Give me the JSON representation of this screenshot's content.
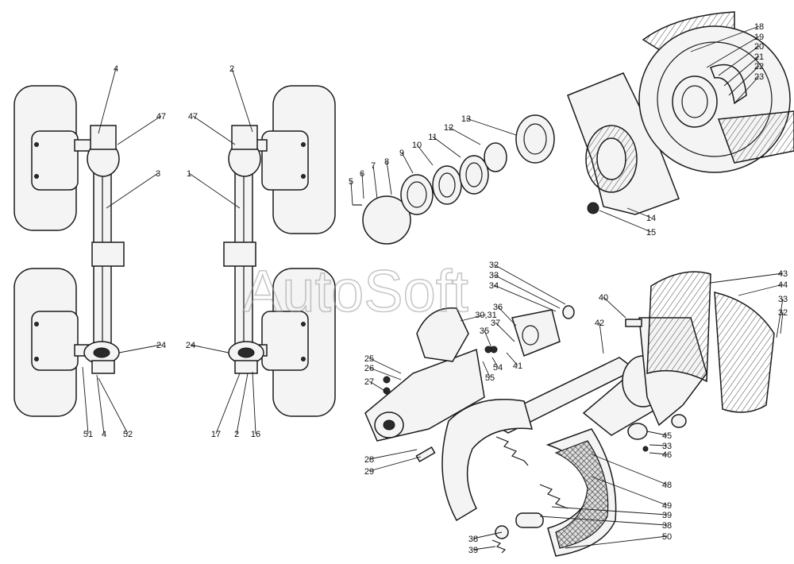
{
  "watermark": "AutoSoft",
  "labels": [
    {
      "id": "l4a",
      "text": "4"
    },
    {
      "id": "l47a",
      "text": "47"
    },
    {
      "id": "l3",
      "text": "3"
    },
    {
      "id": "l2a",
      "text": "2"
    },
    {
      "id": "l47b",
      "text": "47"
    },
    {
      "id": "l1",
      "text": "1"
    },
    {
      "id": "l24a",
      "text": "24"
    },
    {
      "id": "l24b",
      "text": "24"
    },
    {
      "id": "l51",
      "text": "51"
    },
    {
      "id": "l4b",
      "text": "4"
    },
    {
      "id": "l52",
      "text": "52"
    },
    {
      "id": "l17",
      "text": "17"
    },
    {
      "id": "l2b",
      "text": "2"
    },
    {
      "id": "l16",
      "text": "16"
    },
    {
      "id": "l5",
      "text": "5"
    },
    {
      "id": "l6",
      "text": "6"
    },
    {
      "id": "l7",
      "text": "7"
    },
    {
      "id": "l8",
      "text": "8"
    },
    {
      "id": "l9",
      "text": "9"
    },
    {
      "id": "l10",
      "text": "10"
    },
    {
      "id": "l11",
      "text": "11"
    },
    {
      "id": "l12",
      "text": "12"
    },
    {
      "id": "l13",
      "text": "13"
    },
    {
      "id": "l14",
      "text": "14"
    },
    {
      "id": "l15",
      "text": "15"
    },
    {
      "id": "l18",
      "text": "18"
    },
    {
      "id": "l19",
      "text": "19"
    },
    {
      "id": "l20",
      "text": "20"
    },
    {
      "id": "l21",
      "text": "21"
    },
    {
      "id": "l22",
      "text": "22"
    },
    {
      "id": "l23",
      "text": "23"
    },
    {
      "id": "l32a",
      "text": "32"
    },
    {
      "id": "l33a",
      "text": "33"
    },
    {
      "id": "l34",
      "text": "34"
    },
    {
      "id": "l36",
      "text": "36"
    },
    {
      "id": "l37",
      "text": "37"
    },
    {
      "id": "l3031",
      "text": "30,31"
    },
    {
      "id": "l35",
      "text": "35"
    },
    {
      "id": "l54",
      "text": "54"
    },
    {
      "id": "l41",
      "text": "41"
    },
    {
      "id": "l55",
      "text": "55"
    },
    {
      "id": "l25",
      "text": "25"
    },
    {
      "id": "l26",
      "text": "26"
    },
    {
      "id": "l27",
      "text": "27"
    },
    {
      "id": "l28",
      "text": "28"
    },
    {
      "id": "l29",
      "text": "29"
    },
    {
      "id": "l40",
      "text": "40"
    },
    {
      "id": "l42",
      "text": "42"
    },
    {
      "id": "l43",
      "text": "43"
    },
    {
      "id": "l44",
      "text": "44"
    },
    {
      "id": "l33b",
      "text": "33"
    },
    {
      "id": "l32b",
      "text": "32"
    },
    {
      "id": "l45",
      "text": "45"
    },
    {
      "id": "l33c",
      "text": "33"
    },
    {
      "id": "l46",
      "text": "46"
    },
    {
      "id": "l48",
      "text": "48"
    },
    {
      "id": "l49",
      "text": "49"
    },
    {
      "id": "l39a",
      "text": "39"
    },
    {
      "id": "l38a",
      "text": "38"
    },
    {
      "id": "l50",
      "text": "50"
    },
    {
      "id": "l38b",
      "text": "38"
    },
    {
      "id": "l39b",
      "text": "39"
    }
  ]
}
